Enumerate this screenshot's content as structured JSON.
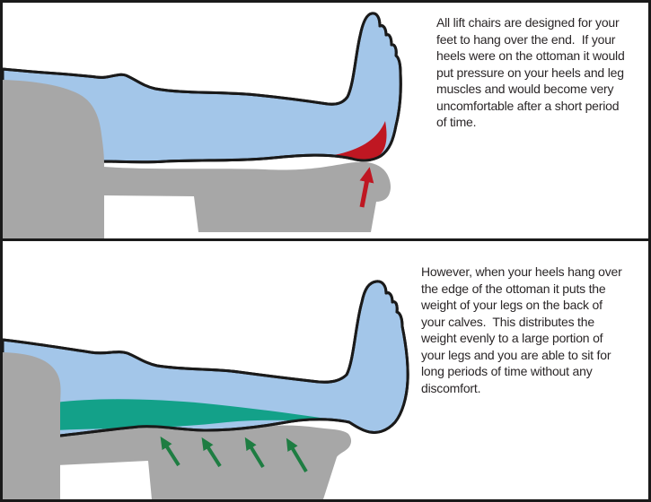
{
  "title": "Lift chair footrest heel position diagram",
  "palette": {
    "background": "#ffffff",
    "frame": "#1a1a1a",
    "outline": "#1a1a1a",
    "text": "#2a2627",
    "leg_skin": "#a3c6e9",
    "furniture_gray": "#a7a7a7",
    "pressure_red": "#bf1722",
    "relief_teal": "#13a189",
    "arrow_green": "#1e7d42"
  },
  "top_panel": {
    "caption_lines": [
      "All lift chairs are designed for your",
      "feet to hang over the end.  If your",
      "heels were on the ottoman it would",
      "put pressure on your heels and leg",
      "muscles and would become very",
      "uncomfortable after a short period",
      "of time."
    ]
  },
  "bottom_panel": {
    "caption_lines": [
      "However, when your heels hang over",
      "the edge of the ottoman it puts the",
      "weight of your legs on the back of",
      "your calves.  This distributes the",
      "weight evenly to a large portion of",
      "your legs and you are able to sit for",
      "long periods of time without any",
      "discomfort."
    ]
  }
}
